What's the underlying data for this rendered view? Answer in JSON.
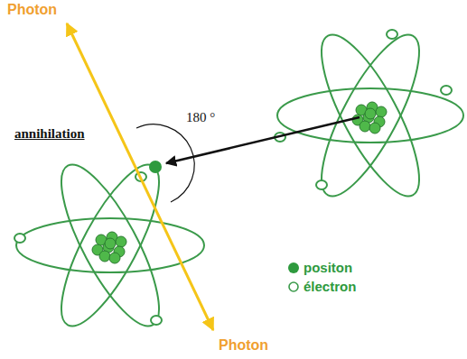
{
  "diagram": {
    "labels": [
      "Photon",
      "Photon",
      "annihilation",
      "180 °"
    ],
    "legend": [
      {
        "text": "positon",
        "color": "#2e9a3e"
      },
      {
        "text": "électron"
      }
    ]
  }
}
